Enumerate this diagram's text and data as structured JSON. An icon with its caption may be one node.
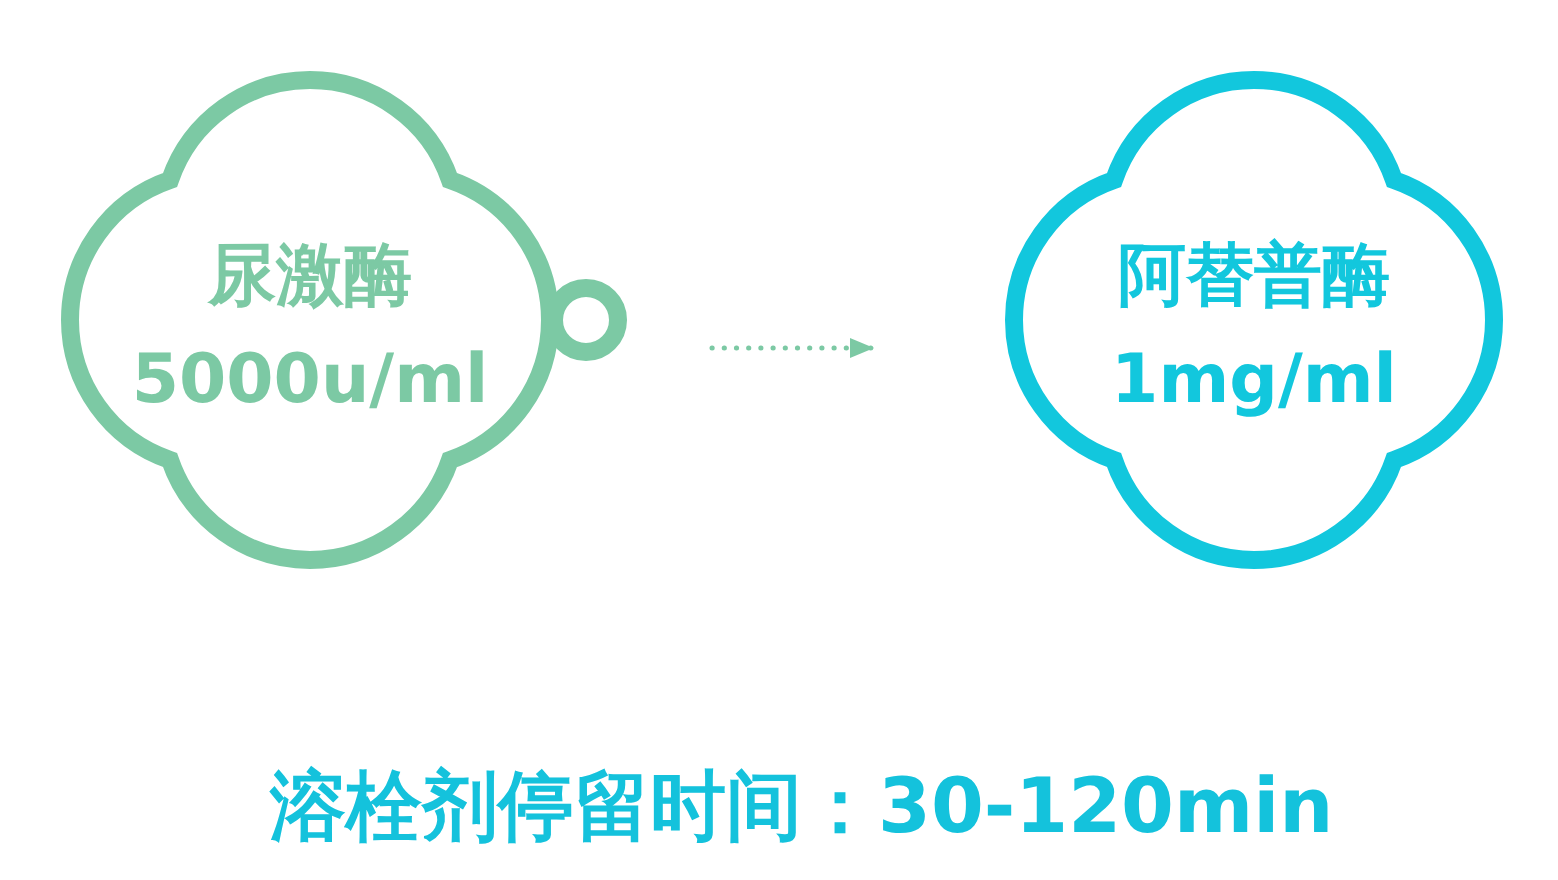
{
  "diagram": {
    "nodes": [
      {
        "text": [
          "尿激酶",
          "5000u/ml"
        ]
      },
      {
        "text": [
          "阿替普酶",
          "1mg/ml"
        ]
      }
    ],
    "edges": [
      {
        "from": 0,
        "to": 1,
        "arrow": "to",
        "style": "dashed"
      }
    ],
    "labels": [
      "溶栓剂停留时间：30-120min"
    ]
  }
}
